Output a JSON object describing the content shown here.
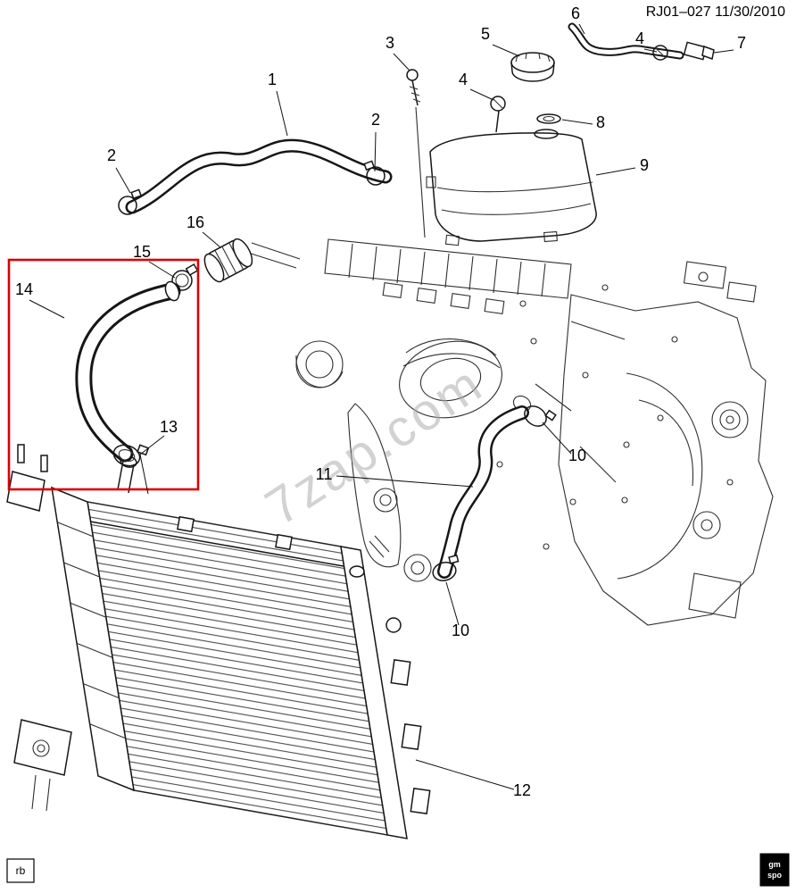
{
  "header": {
    "doc_code_date": "RJ01–027 11/30/2010"
  },
  "watermark": {
    "text": "7zap.com"
  },
  "footer": {
    "left_label": "rb",
    "logo_top": "gm",
    "logo_bottom": "spo"
  },
  "highlight": {
    "color": "#dd0000"
  },
  "callouts": [
    {
      "label": "1"
    },
    {
      "label": "2"
    },
    {
      "label": "2"
    },
    {
      "label": "3"
    },
    {
      "label": "4"
    },
    {
      "label": "4"
    },
    {
      "label": "5"
    },
    {
      "label": "6"
    },
    {
      "label": "7"
    },
    {
      "label": "8"
    },
    {
      "label": "9"
    },
    {
      "label": "10"
    },
    {
      "label": "10"
    },
    {
      "label": "11"
    },
    {
      "label": "12"
    },
    {
      "label": "13"
    },
    {
      "label": "14"
    },
    {
      "label": "15"
    },
    {
      "label": "16"
    }
  ]
}
